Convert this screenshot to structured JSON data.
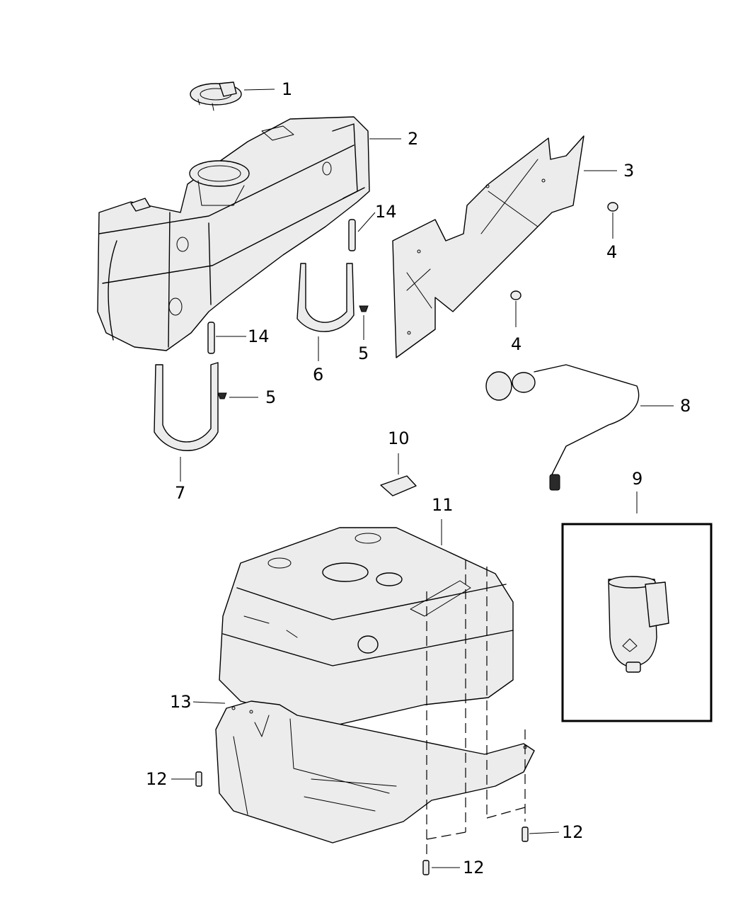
{
  "callouts": {
    "c1": "1",
    "c2": "2",
    "c3": "3",
    "c4a": "4",
    "c4b": "4",
    "c5a": "5",
    "c5b": "5",
    "c6": "6",
    "c7": "7",
    "c8": "8",
    "c9": "9",
    "c10": "10",
    "c11": "11",
    "c12a": "12",
    "c12b": "12",
    "c12c": "12",
    "c13": "13",
    "c14a": "14",
    "c14b": "14"
  }
}
